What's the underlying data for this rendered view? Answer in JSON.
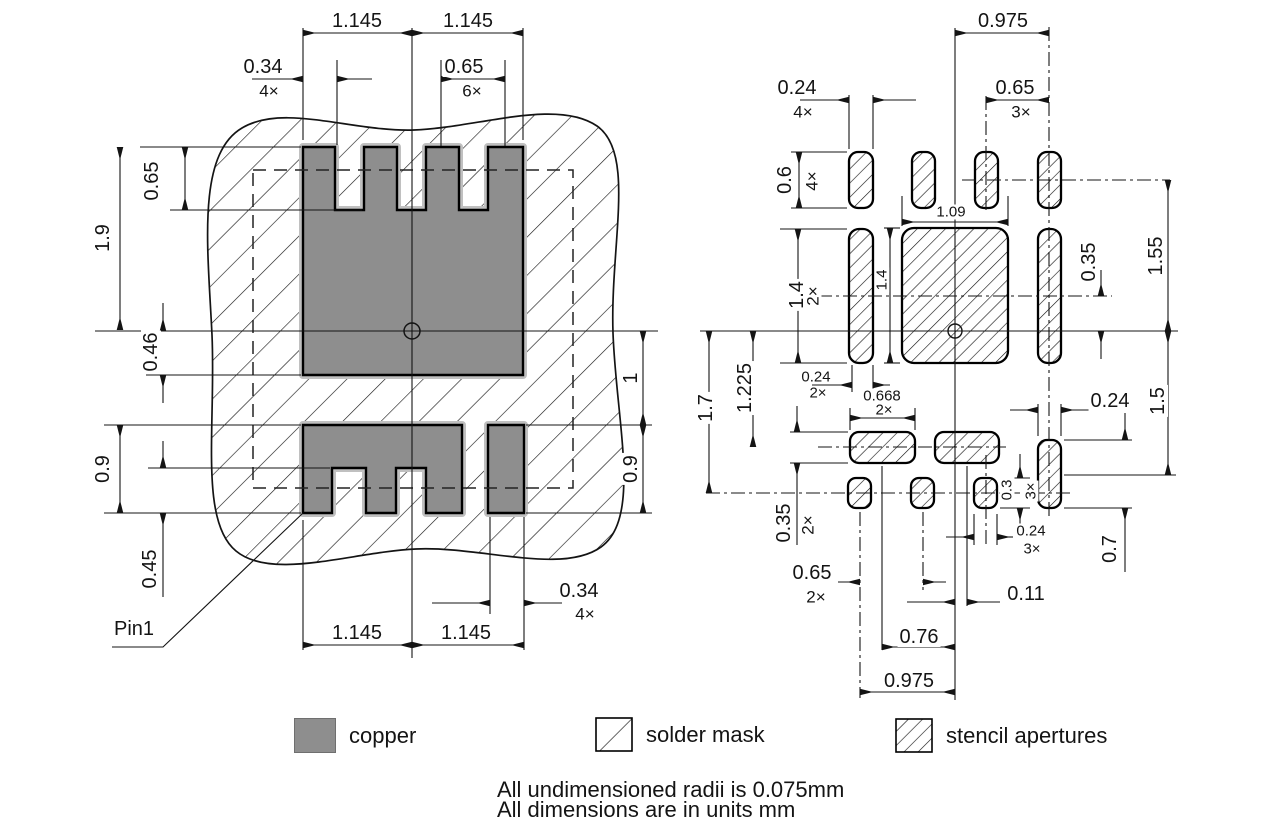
{
  "left": {
    "span_left": "1.145",
    "span_right": "1.145",
    "tooth_w": "0.34",
    "tooth_n": "4×",
    "pitch": "0.65",
    "pitch_n": "6×",
    "notch_depth": "0.65",
    "upper_half": "1.9",
    "center_gap": "0.46",
    "lower_pad_h": "0.9",
    "lower_notch": "0.45",
    "right_gap": "1",
    "right_pad_h": "0.9",
    "bottom_left": "1.145",
    "bottom_right": "1.145",
    "side_pad_w": "0.34",
    "side_pad_n": "4×",
    "pin1": "Pin1"
  },
  "right": {
    "top_span": "0.975",
    "ap_w": "0.24",
    "ap_w_n": "4×",
    "pitch": "0.65",
    "pitch_n": "3×",
    "ap_h": "0.6",
    "ap_h_n": "4×",
    "big_w": "1.09",
    "big_h": "1.4",
    "tall_h": "1.4",
    "tall_h_n": "2×",
    "row_off": "0.35",
    "upper_span": "1.55",
    "left_span": "1.7",
    "mid_span": "1.225",
    "tall_w": "0.24",
    "tall_w_n": "2×",
    "wide_w": "0.668",
    "wide_w_n": "2×",
    "side_ap_w": "0.24",
    "lower_span": "1.5",
    "wide_h": "0.35",
    "wide_h_n": "2×",
    "sq_h": "0.3",
    "sq_h_n": "3×",
    "sq_w": "0.24",
    "sq_w_n": "3×",
    "side_ap_h": "0.7",
    "bot_pitch": "0.65",
    "bot_pitch_n": "2×",
    "bot_off": "0.11",
    "bot_span1": "0.76",
    "bot_span2": "0.975"
  },
  "legend": {
    "copper": "copper",
    "solder_mask": "solder mask",
    "stencil": "stencil apertures"
  },
  "notes": {
    "line1": "All undimensioned radii is 0.075mm",
    "line2": "All dimensions are in units mm"
  }
}
